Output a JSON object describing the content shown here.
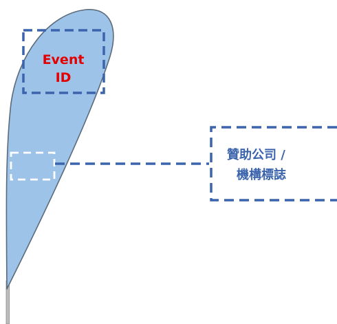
{
  "event_box": {
    "line1": "Event",
    "line2": "ID"
  },
  "sponsor_box": {
    "line1": "贊助公司 /",
    "line2": "機構標誌"
  },
  "colors": {
    "flag_fill": "#9ec3e8",
    "flag_stroke": "#5a6a7a",
    "pole": "#bdbdbd",
    "dashed_blue": "#3c64ad",
    "dashed_white": "#ffffff",
    "event_text": "#e30000",
    "sponsor_text": "#3c64ad"
  }
}
